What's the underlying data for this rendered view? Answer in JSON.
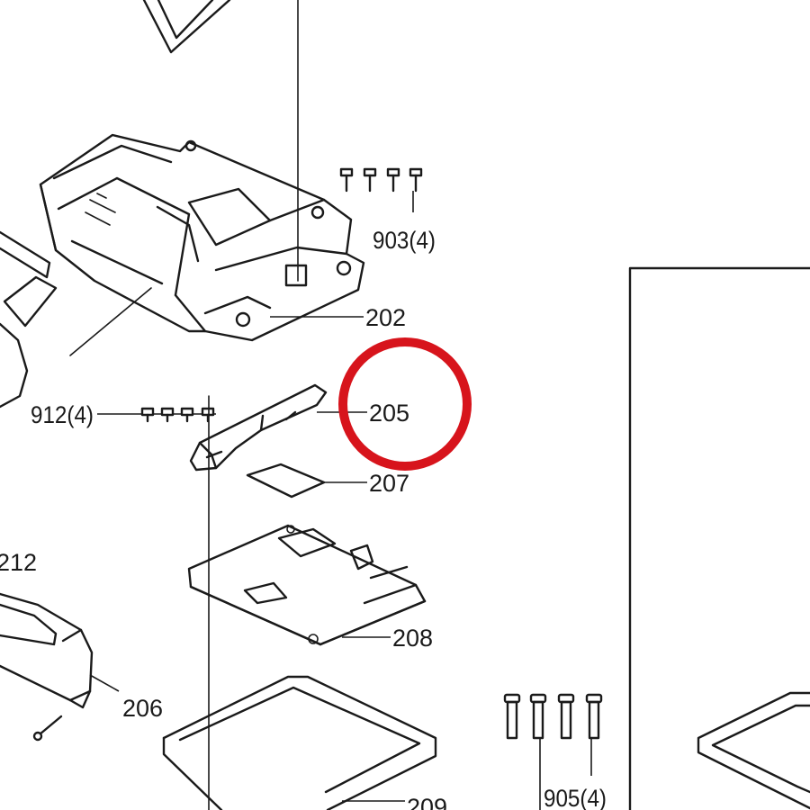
{
  "labels": {
    "p903": "903(4)",
    "p202": "202",
    "p912": "912(4)",
    "p205": "205",
    "p207": "207",
    "p212": "212",
    "p208": "208",
    "p206": "206",
    "p905": "905(4)",
    "p209": "209"
  },
  "highlight": {
    "target": "205",
    "color": "#d7141c"
  }
}
